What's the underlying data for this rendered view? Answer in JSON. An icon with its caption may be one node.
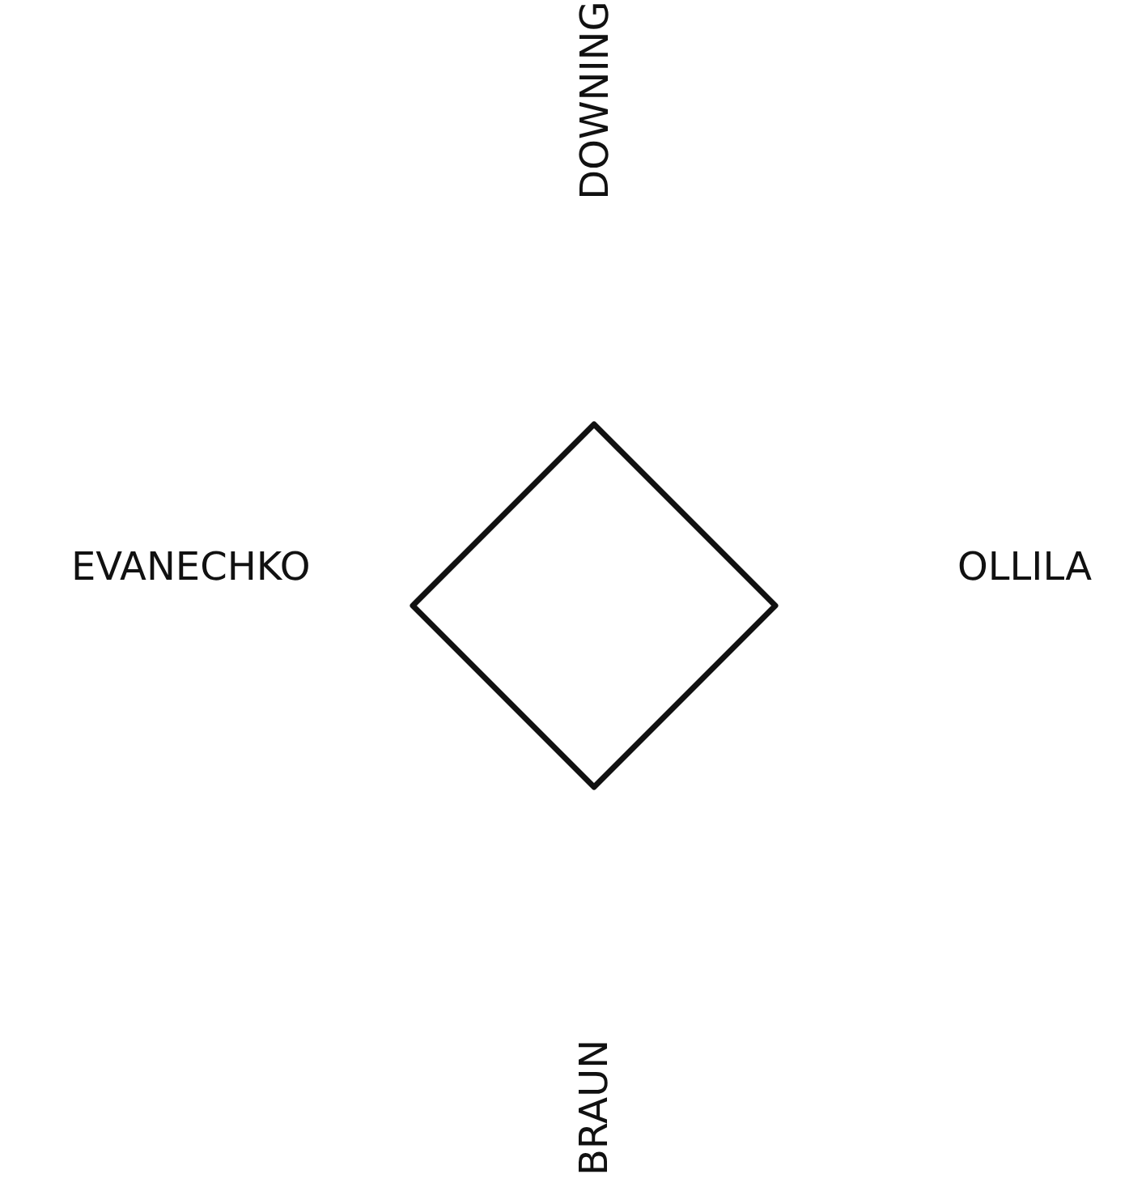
{
  "diagram": {
    "nodes": [
      {
        "text": [],
        "shape": "diamond"
      }
    ],
    "labels": [
      "DOWNING",
      "EVANECHKO",
      "OLLILA",
      "BRAUN"
    ]
  }
}
